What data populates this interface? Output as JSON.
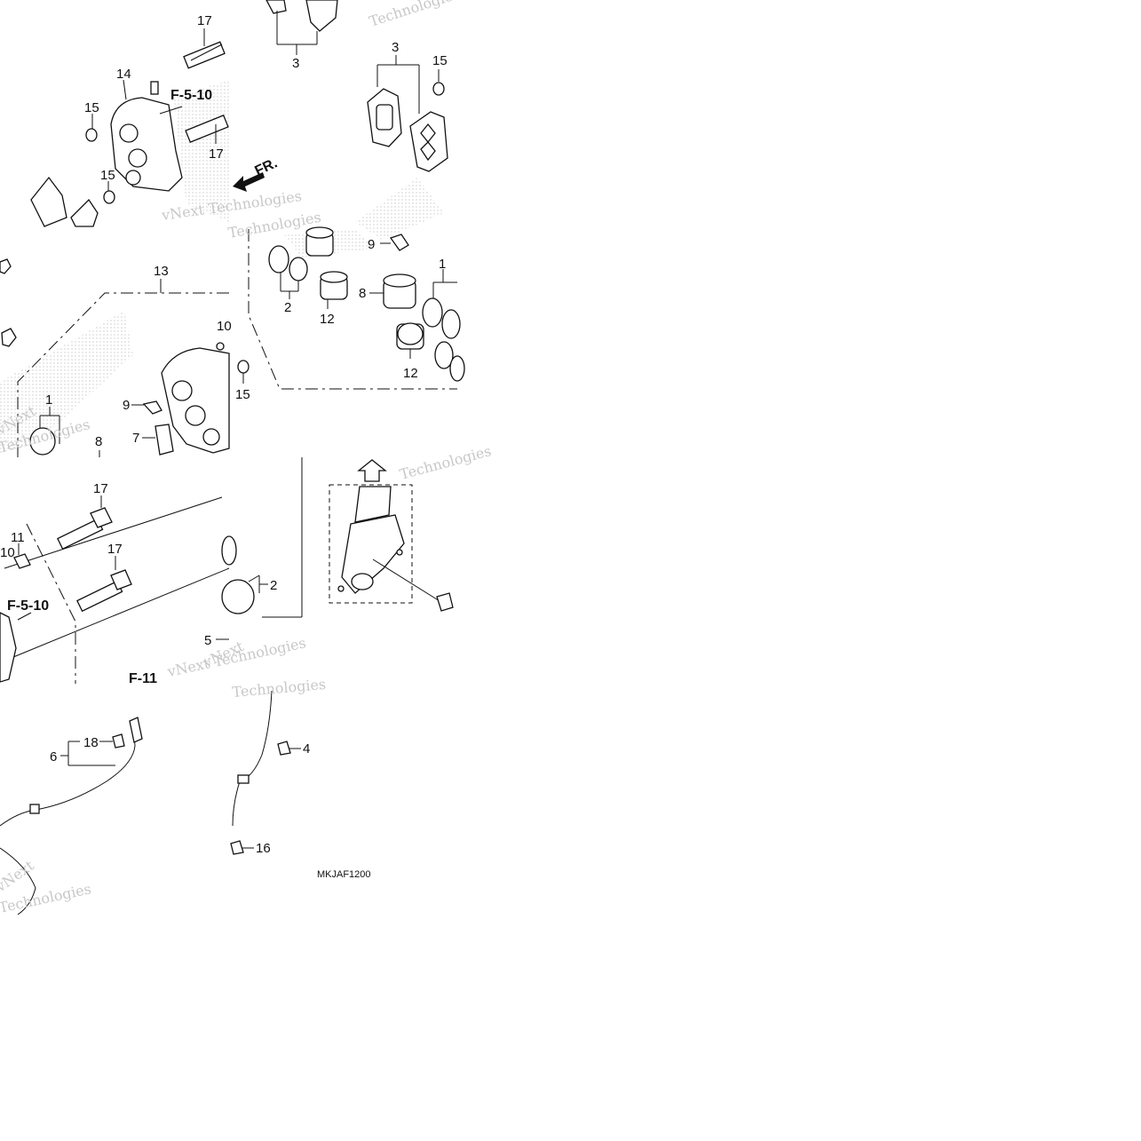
{
  "diagram": {
    "callouts": {
      "n1": "1",
      "n2": "2",
      "n3": "3",
      "n4": "4",
      "n5": "5",
      "n6": "6",
      "n7": "7",
      "n8": "8",
      "n9": "9",
      "n10": "10",
      "n11": "11",
      "n12": "12",
      "n13": "13",
      "n14": "14",
      "n15": "15",
      "n16": "16",
      "n17": "17",
      "n18": "18"
    },
    "references": {
      "f510": "F-5-10",
      "f11": "F-11"
    },
    "direction_label": "FR.",
    "diagram_code": "MKJAF1200",
    "watermark": {
      "line1": "vNext",
      "line2": "Technologies",
      "combined": "vNext Technologies"
    }
  }
}
